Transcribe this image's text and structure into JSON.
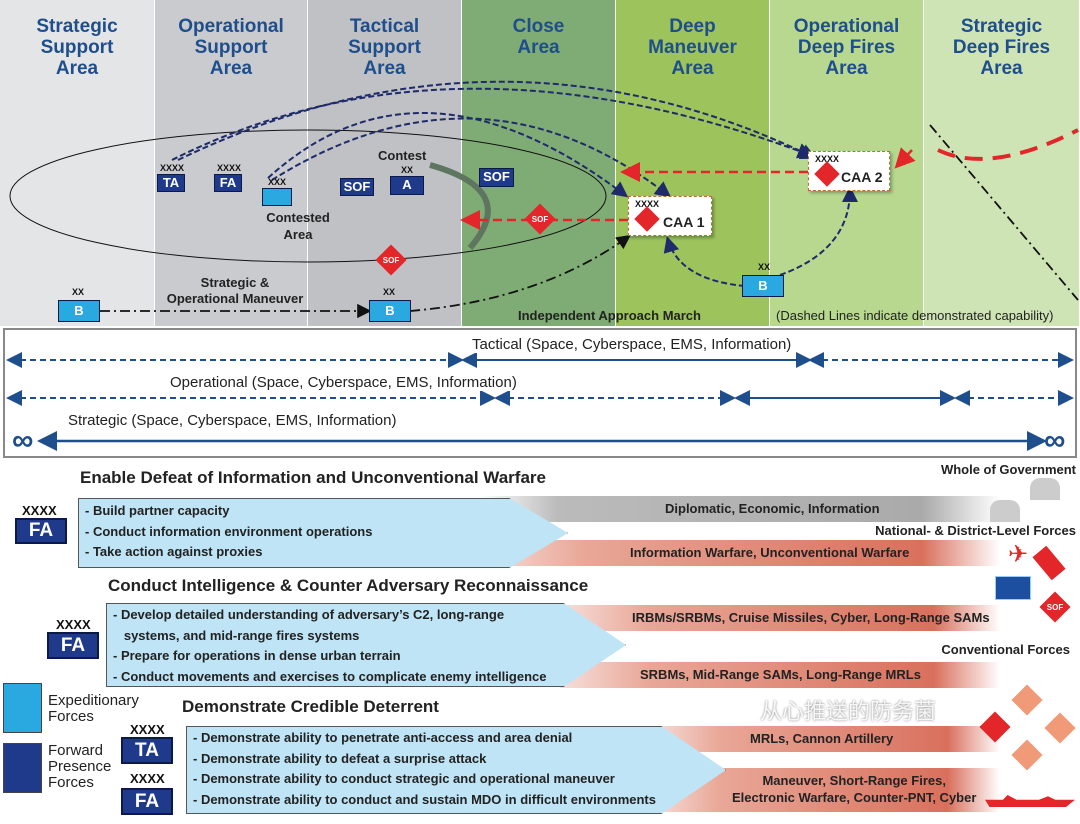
{
  "areas": [
    {
      "title": "Strategic\nSupport\nArea",
      "color": "#e4e5e7"
    },
    {
      "title": "Operational\nSupport\nArea",
      "color": "#c9cbce"
    },
    {
      "title": "Tactical\nSupport\nArea",
      "color": "#bfc1c4"
    },
    {
      "title": "Close\nArea",
      "color": "#7fac74"
    },
    {
      "title": "Deep\nManeuver\nArea",
      "color": "#9cc35c"
    },
    {
      "title": "Operational\nDeep Fires\nArea",
      "color": "#b7d88e"
    },
    {
      "title": "Strategic\nDeep Fires\nArea",
      "color": "#cfe4b5"
    }
  ],
  "units": {
    "ta": "TA",
    "fa": "FA",
    "xxxx": "XXXX",
    "xxx": "XXX",
    "xx": "XX",
    "sof": "SOF",
    "a": "A",
    "b": "B",
    "contest": "Contest",
    "contested_area": "Contested\nArea",
    "caa1": "CAA 1",
    "caa2": "CAA 2"
  },
  "labels": {
    "maneuver": "Strategic &\nOperational Maneuver",
    "approach": "Independent Approach March",
    "dashed_note": "(Dashed Lines indicate demonstrated capability)"
  },
  "domains": {
    "tactical": "Tactical (Space, Cyberspace, EMS, Information)",
    "operational": "Operational (Space, Cyberspace, EMS, Information)",
    "strategic": "Strategic (Space, Cyberspace, EMS, Information)",
    "infinity": "∞"
  },
  "sections": [
    {
      "heading": "Enable Defeat of Information and Unconventional Warfare",
      "echelon": "XXXX",
      "unit": "FA",
      "items": [
        "- Build partner capacity",
        "- Conduct information environment operations",
        "- Take action against proxies"
      ],
      "bands": [
        "Diplomatic, Economic, Information",
        "Information Warfare, Unconventional Warfare"
      ]
    },
    {
      "heading": "Conduct Intelligence & Counter Adversary Reconnaissance",
      "echelon": "XXXX",
      "unit": "FA",
      "items": [
        "- Develop detailed understanding of adversary’s C2, long-range",
        "   systems, and mid-range fires systems",
        "- Prepare for operations in dense urban terrain",
        "- Conduct movements and exercises to complicate enemy intelligence"
      ],
      "bands": [
        "IRBMs/SRBMs, Cruise Missiles, Cyber, Long-Range SAMs",
        "SRBMs, Mid-Range SAMs, Long-Range MRLs"
      ]
    },
    {
      "heading": "Demonstrate Credible Deterrent",
      "echelons": [
        "XXXX",
        "XXXX"
      ],
      "units": [
        "TA",
        "FA"
      ],
      "items": [
        "- Demonstrate ability to penetrate anti-access and area denial",
        "- Demonstrate ability to defeat a surprise attack",
        "- Demonstrate ability to conduct strategic and operational maneuver",
        "- Demonstrate ability to conduct and sustain MDO in difficult environments"
      ],
      "bands": [
        "MRLs, Cannon Artillery",
        "Maneuver, Short-Range Fires,\nElectronic Warfare, Counter-PNT, Cyber"
      ]
    }
  ],
  "right_labels": {
    "whole_gov": "Whole of Government",
    "national": "National- & District-Level Forces",
    "conventional": "Conventional Forces"
  },
  "legend": {
    "expeditionary": "Expeditionary\nForces",
    "forward": "Forward\nPresence\nForces",
    "expeditionary_color": "#29a9e0",
    "forward_color": "#1f3a8a"
  },
  "watermark": "从心推送的防务菌"
}
